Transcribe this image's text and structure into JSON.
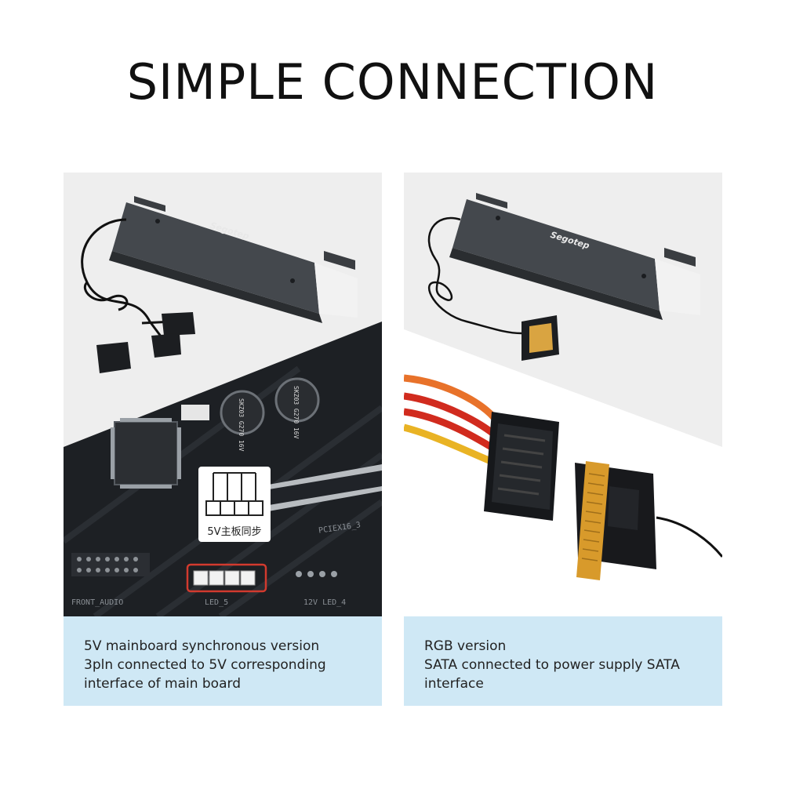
{
  "title": "SIMPLE CONNECTION",
  "left_panel": {
    "brand": "Segotep",
    "board_badge_label": "5V主板同步",
    "board_labels": {
      "pcie": "PCIEX16_3",
      "led5": "LED_5",
      "led4": "12V LED_4",
      "front_audio": "FRONT_AUDIO"
    },
    "capacitor_1": "SKZ03 G270 16V",
    "capacitor_2": "SKZ03 G270 16V",
    "caption": [
      "5V mainboard synchronous version",
      "3pln connected to 5V corresponding",
      "interface of main board"
    ]
  },
  "right_panel": {
    "brand": "Segotep",
    "caption": [
      "RGB version",
      "SATA connected to power supply SATA",
      "interface"
    ]
  },
  "colors": {
    "caption_bg": "#cfe8f5",
    "photo_bg": "#eeeeee",
    "board": "#1d2024",
    "heatsink": "#4a4e52",
    "led_diffuser": "#f2f2f2",
    "wire_orange": "#e8722a",
    "wire_red": "#d12b1e",
    "wire_yellow": "#e9b324",
    "highlight_red": "#d23a2e"
  }
}
